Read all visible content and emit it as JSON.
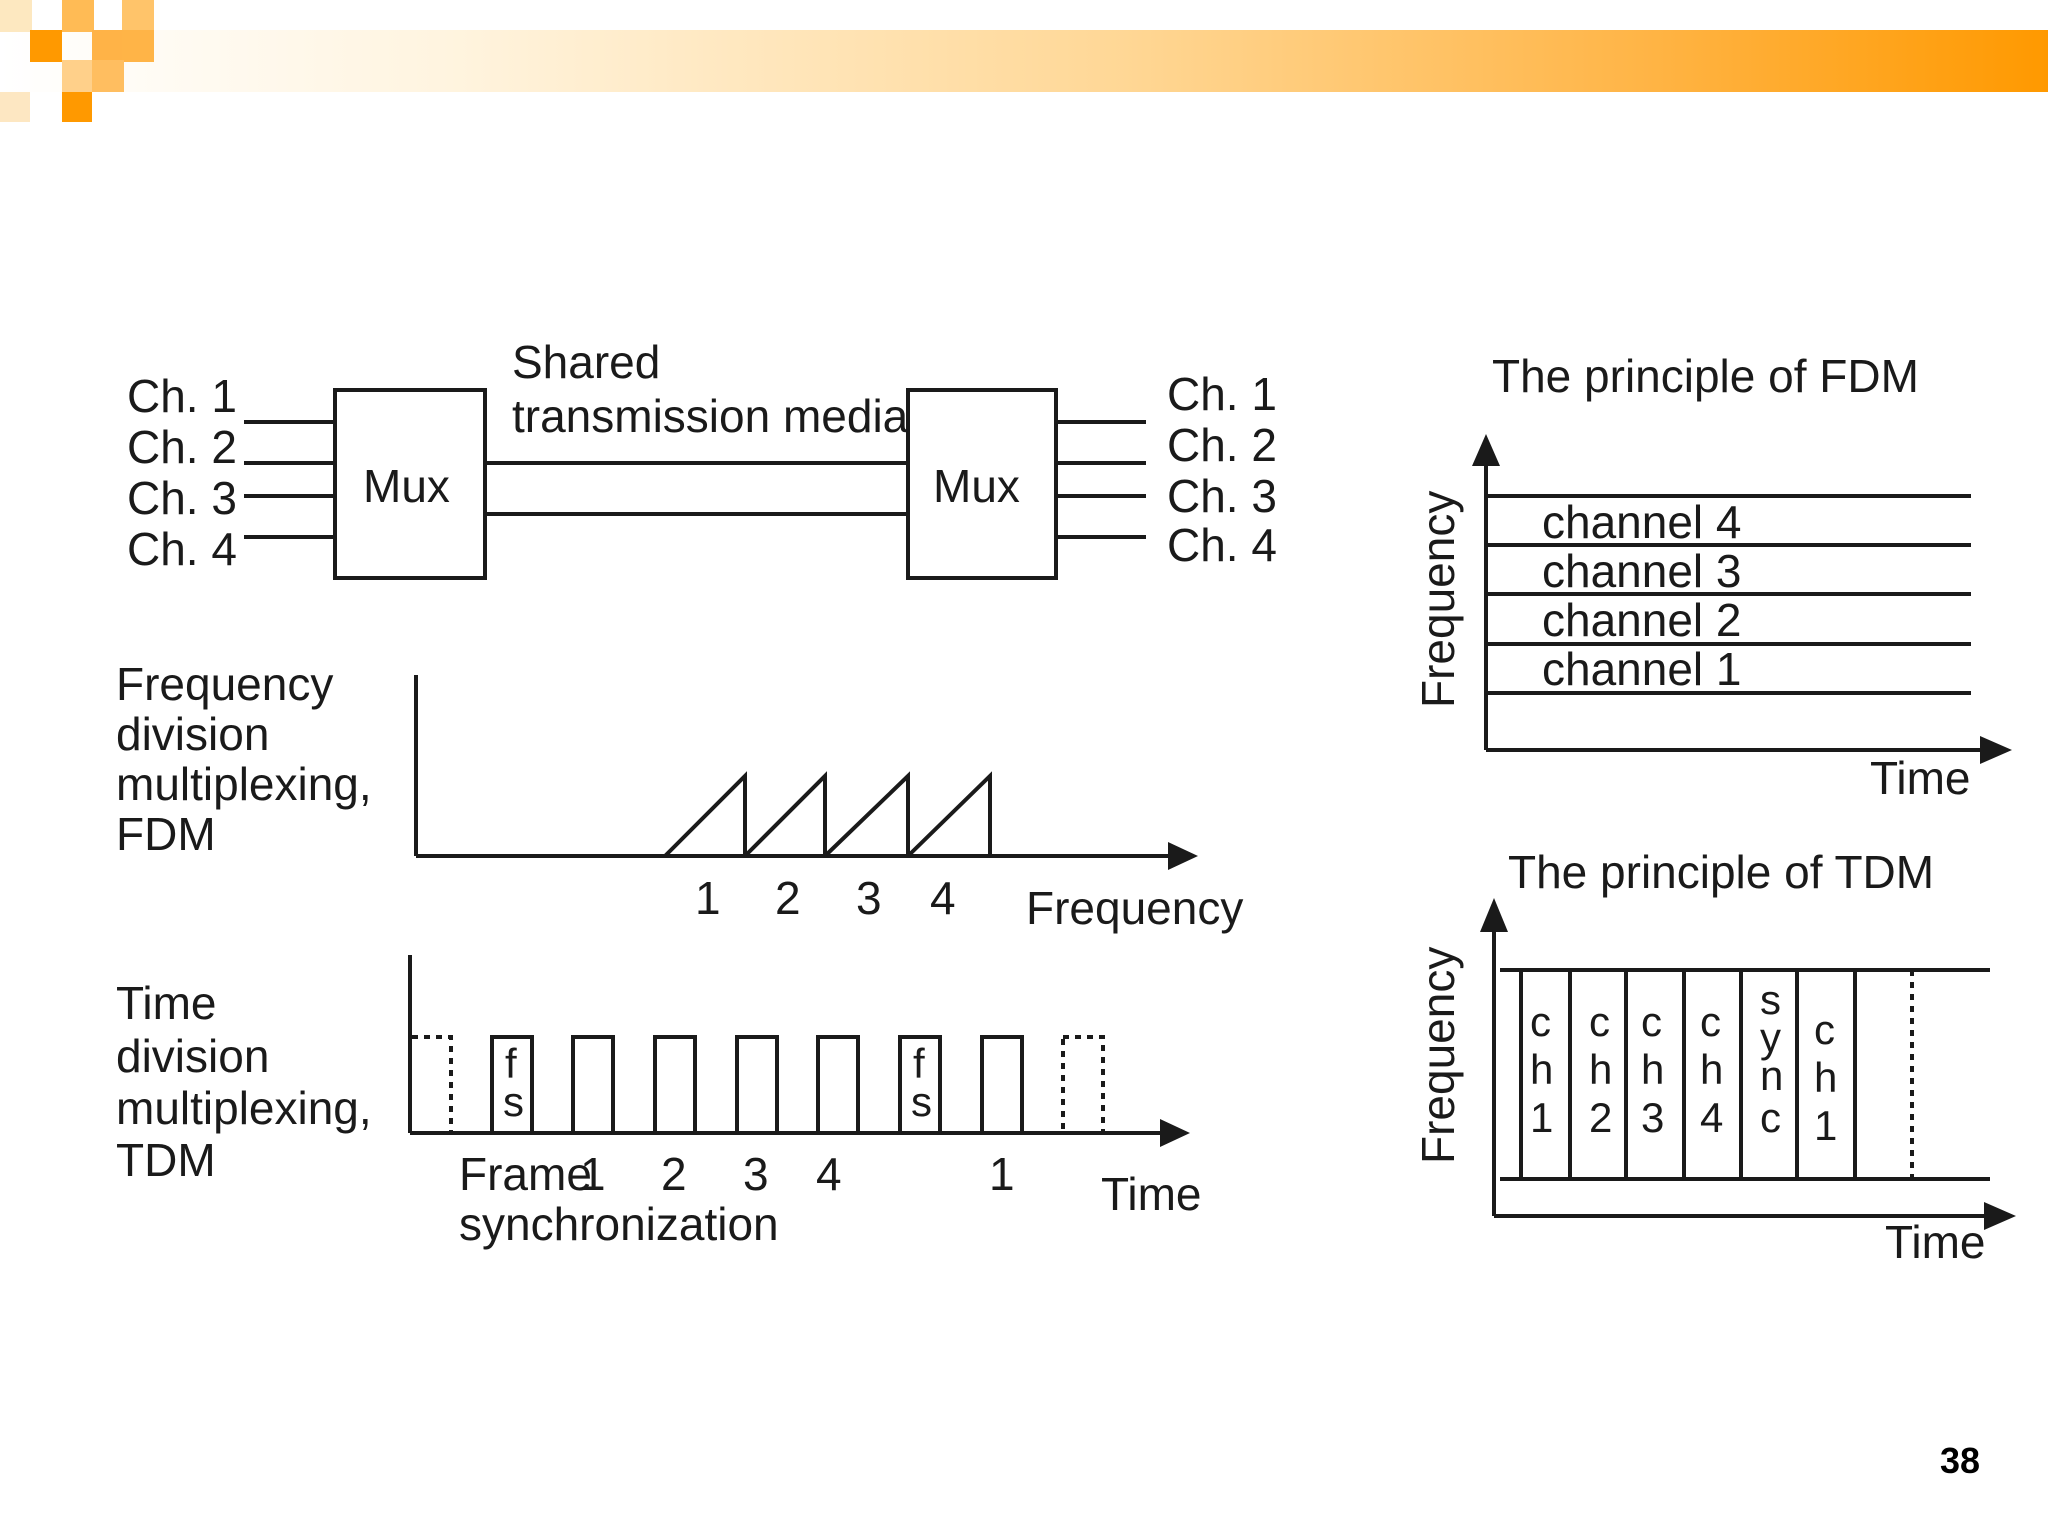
{
  "slide": {
    "page_number": "38"
  },
  "block_diagram": {
    "inputs": [
      "Ch. 1",
      "Ch. 2",
      "Ch. 3",
      "Ch. 4"
    ],
    "outputs": [
      "Ch. 1",
      "Ch. 2",
      "Ch. 3",
      "Ch. 4"
    ],
    "mux_left": "Mux",
    "mux_right": "Mux",
    "media_line1": "Shared",
    "media_line2": "transmission media"
  },
  "fdm_spectrum": {
    "label": [
      "Frequency",
      "division",
      "multiplexing,",
      "FDM"
    ],
    "channels": [
      "1",
      "2",
      "3",
      "4"
    ],
    "axis": "Frequency"
  },
  "tdm_timeline": {
    "label": [
      "Time",
      "division",
      "multiplexing,",
      "TDM"
    ],
    "sync_glyph": [
      "f",
      "s"
    ],
    "frame_label": "Frame",
    "slot_numbers": [
      "1",
      "2",
      "3",
      "4",
      "1"
    ],
    "sync_label": "synchronization",
    "axis": "Time"
  },
  "fdm_principle": {
    "title": "The principle of FDM",
    "y_axis": "Frequency",
    "x_axis": "Time",
    "bands": [
      "channel 4",
      "channel 3",
      "channel 2",
      "channel 1"
    ]
  },
  "tdm_principle": {
    "title": "The principle of TDM",
    "y_axis": "Frequency",
    "x_axis": "Time",
    "slots": [
      [
        "c",
        "h",
        "1"
      ],
      [
        "c",
        "h",
        "2"
      ],
      [
        "c",
        "h",
        "3"
      ],
      [
        "c",
        "h",
        "4"
      ],
      [
        "s",
        "y",
        "n",
        "c"
      ],
      [
        "c",
        "h",
        "1"
      ]
    ]
  }
}
